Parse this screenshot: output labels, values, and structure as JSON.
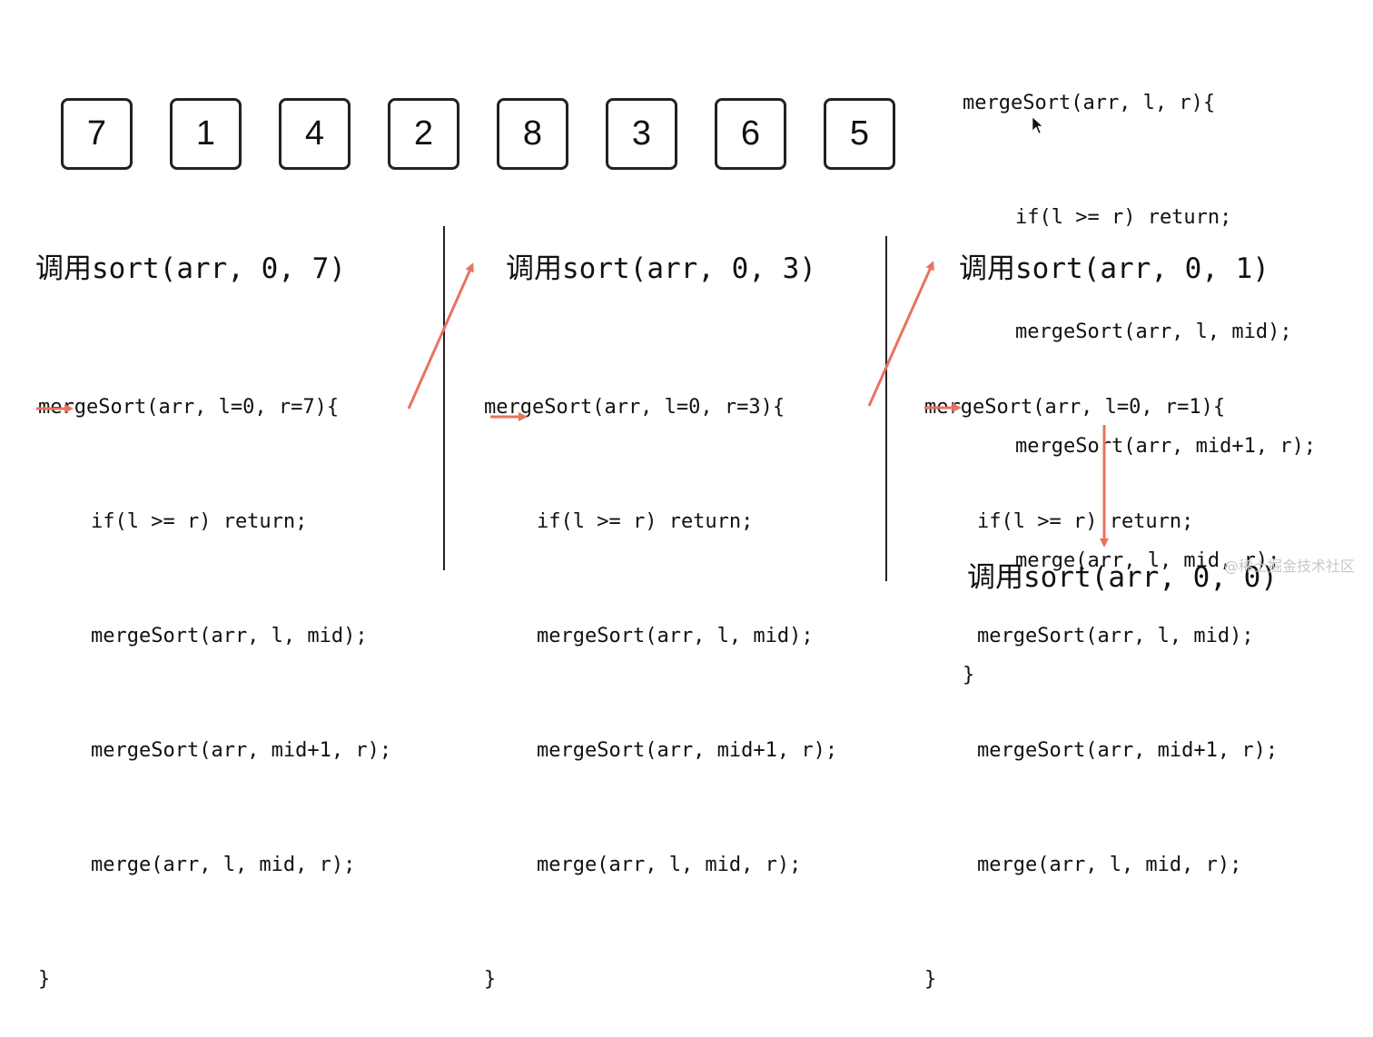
{
  "array": [
    "7",
    "1",
    "4",
    "2",
    "8",
    "3",
    "6",
    "5"
  ],
  "top_code": [
    "mergeSort(arr, l, r){",
    "if(l >= r) return;",
    "mergeSort(arr, l, mid);",
    "mergeSort(arr, mid+1, r);",
    "merge(arr, l, mid, r);",
    "}"
  ],
  "panels": [
    {
      "heading": "调用sort(arr, 0, 7)",
      "code": [
        "mergeSort(arr, l=0, r=7){",
        "if(l >= r) return;",
        "mergeSort(arr, l, mid);",
        "mergeSort(arr, mid+1, r);",
        "merge(arr, l, mid, r);",
        "}"
      ]
    },
    {
      "heading": "调用sort(arr, 0, 3)",
      "code": [
        "mergeSort(arr, l=0, r=3){",
        "if(l >= r) return;",
        "mergeSort(arr, l, mid);",
        "mergeSort(arr, mid+1, r);",
        "merge(arr, l, mid, r);",
        "}"
      ]
    },
    {
      "heading": "调用sort(arr, 0, 1)",
      "code": [
        "mergeSort(arr, l=0, r=1){",
        "if(l >= r) return;",
        "mergeSort(arr, l, mid);",
        "mergeSort(arr, mid+1, r);",
        "merge(arr, l, mid, r);",
        "}"
      ]
    }
  ],
  "bottom_heading": "调用sort(arr, 0, 0)",
  "watermark": "@稀土掘金技术社区",
  "colors": {
    "arrow": "#e8735f",
    "text": "#111111",
    "border": "#222222"
  }
}
